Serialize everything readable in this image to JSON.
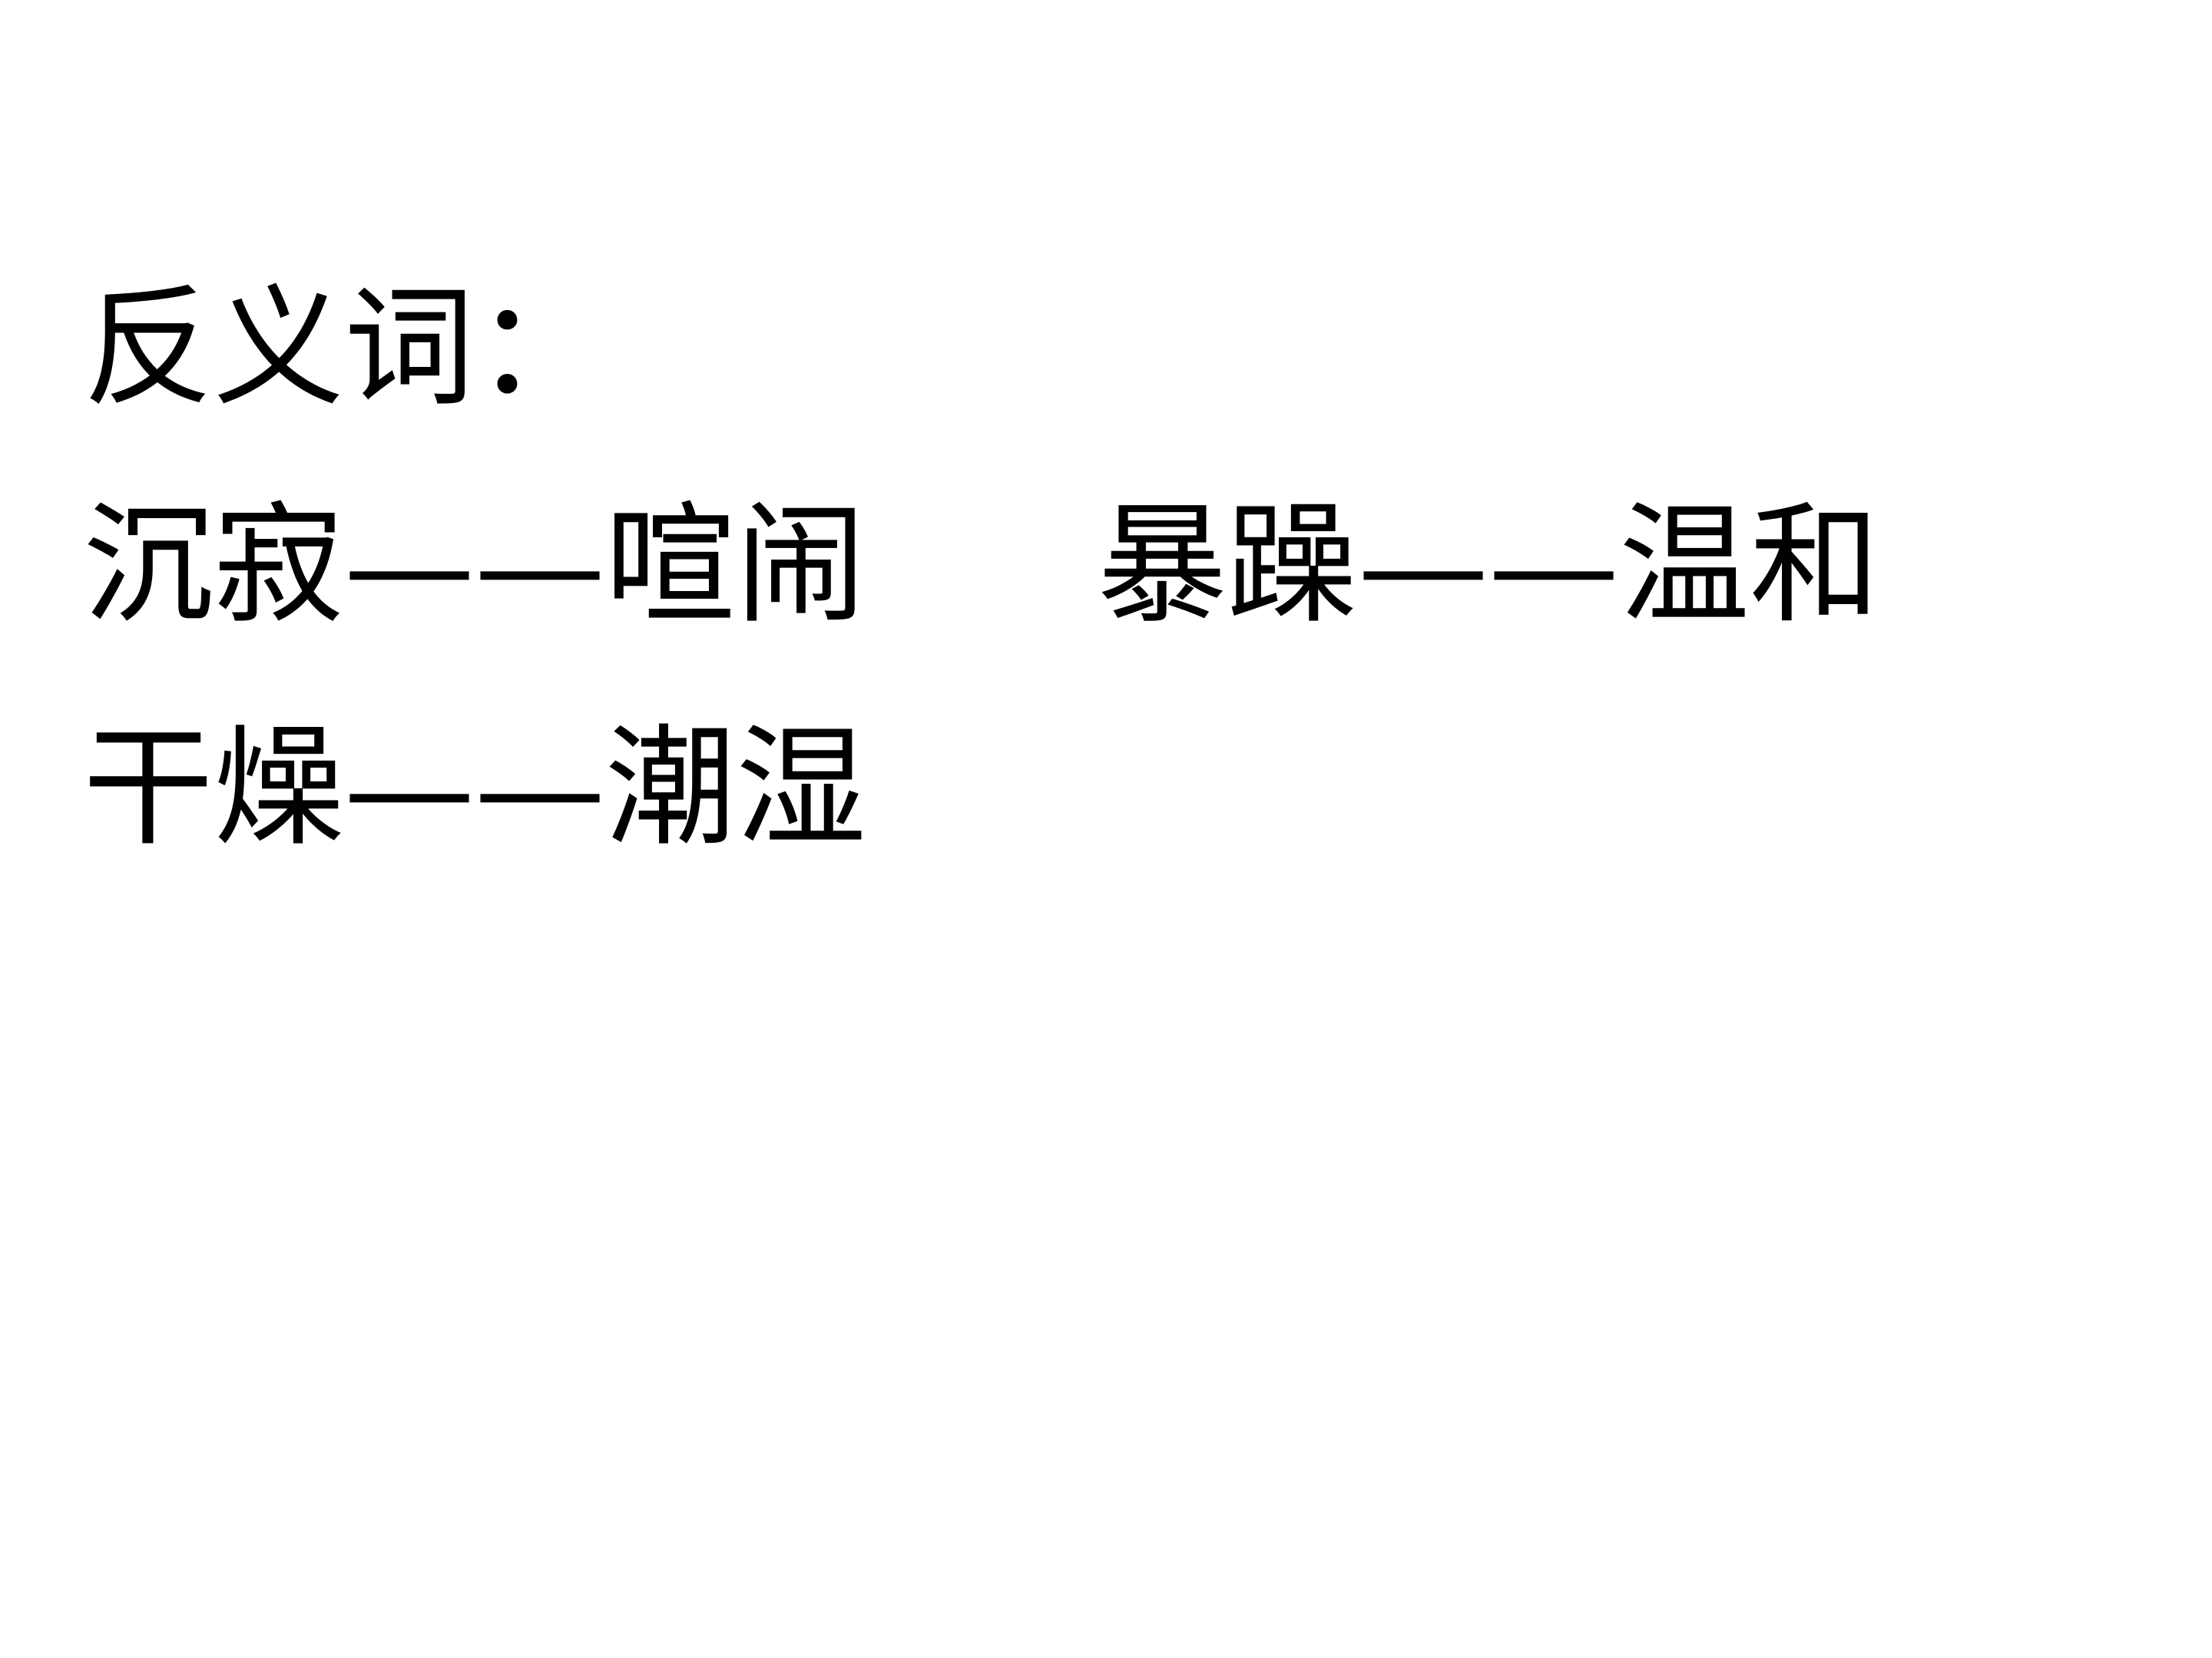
{
  "heading": "反义词：",
  "rows": [
    {
      "pairs": [
        "沉寂——喧闹",
        "暴躁——温和"
      ]
    },
    {
      "pairs": [
        "干燥——潮湿"
      ]
    }
  ]
}
